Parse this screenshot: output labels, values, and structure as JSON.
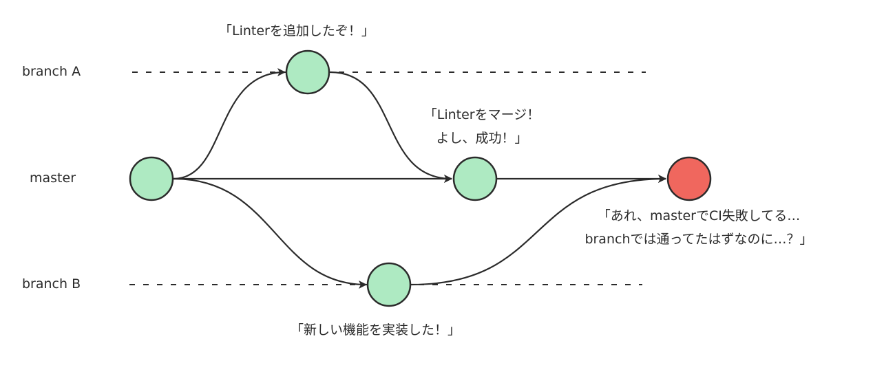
{
  "lanes": {
    "branch_a": "branch A",
    "master": "master",
    "branch_b": "branch B"
  },
  "notes": {
    "branch_a_commit": "「Linterを追加したぞ！」",
    "merge_a_line1": "「Linterをマージ！",
    "merge_a_line2": "よし、成功！」",
    "fail_line1": "「あれ、masterでCI失敗してる…",
    "fail_line2": "branchでは通ってたはずなのに…？」",
    "branch_b_commit": "「新しい機能を実装した！」"
  },
  "nodes": [
    {
      "id": "master-start",
      "lane": "master",
      "status": "success"
    },
    {
      "id": "branch-a-commit",
      "lane": "branch A",
      "status": "success"
    },
    {
      "id": "master-merge-a",
      "lane": "master",
      "status": "success"
    },
    {
      "id": "branch-b-commit",
      "lane": "branch B",
      "status": "success"
    },
    {
      "id": "master-merge-b",
      "lane": "master",
      "status": "failed"
    }
  ],
  "edges": [
    {
      "from": "master-start",
      "to": "branch-a-commit"
    },
    {
      "from": "master-start",
      "to": "master-merge-a"
    },
    {
      "from": "master-start",
      "to": "branch-b-commit"
    },
    {
      "from": "branch-a-commit",
      "to": "master-merge-a"
    },
    {
      "from": "master-merge-a",
      "to": "master-merge-b"
    },
    {
      "from": "branch-b-commit",
      "to": "master-merge-b"
    }
  ],
  "colors": {
    "success": "#aeeac2",
    "failed": "#f0675e",
    "stroke": "#2b2b2b"
  }
}
